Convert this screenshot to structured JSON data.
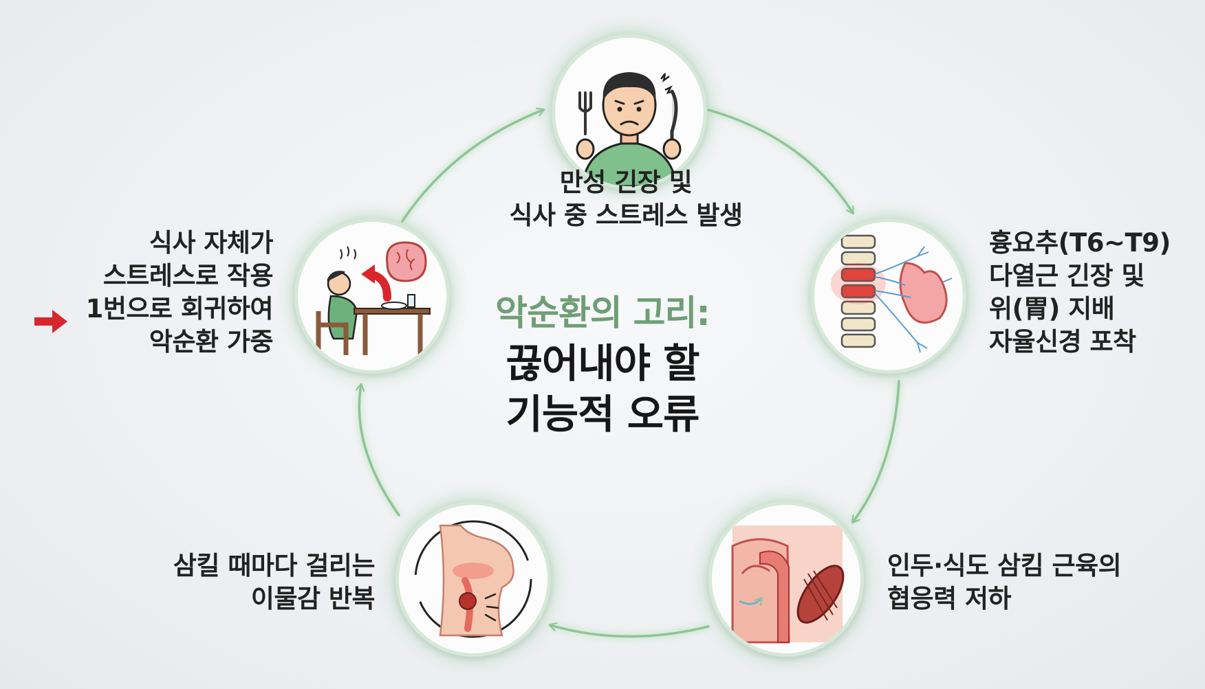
{
  "title": {
    "line1": "악순환의 고리:",
    "line2": "끊어내야 할",
    "line3": "기능적 오류"
  },
  "steps": [
    {
      "lines": [
        "만성 긴장 및",
        "식사 중 스트레스 발생"
      ],
      "icon": "stressed-diner-icon"
    },
    {
      "lines": [
        "흉요추(T6~T9)",
        "다열근 긴장 및",
        "위(胃) 지배",
        "자율신경 포착"
      ],
      "icon": "spine-stomach-icon"
    },
    {
      "lines": [
        "인두·식도 삼킴 근육의",
        "협응력 저하"
      ],
      "icon": "throat-muscle-icon"
    },
    {
      "lines": [
        "삼킬 때마다 걸리는",
        "이물감 반복"
      ],
      "icon": "throat-lump-icon"
    },
    {
      "lines": [
        "식사 자체가",
        "스트레스로 작용",
        "1번으로 회귀하여",
        "악순환 가중"
      ],
      "icon": "brain-feedback-icon"
    }
  ],
  "colors": {
    "accent_green": "#6f9e74",
    "cycle_arrow": "#8fc495",
    "return_arrow": "#d8262c"
  }
}
